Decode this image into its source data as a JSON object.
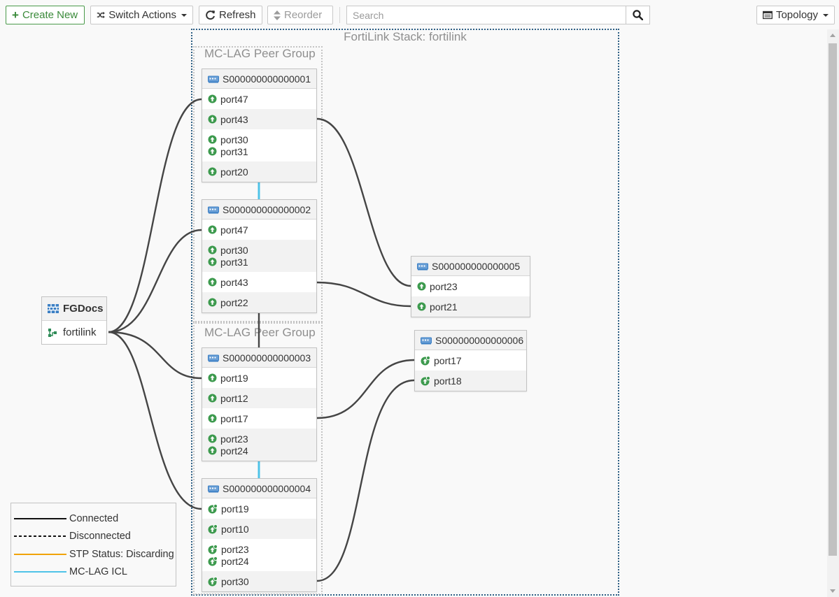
{
  "toolbar": {
    "create_new": "Create New",
    "switch_actions": "Switch Actions",
    "refresh": "Refresh",
    "reorder": "Reorder",
    "search_placeholder": "Search",
    "view": "Topology"
  },
  "topology": {
    "stack_title": "FortiLink Stack: fortilink",
    "mclag_groups": [
      "MC-LAG Peer Group",
      "MC-LAG Peer Group"
    ],
    "fortigate": {
      "name": "FGDocs",
      "interface": "fortilink"
    },
    "switches": [
      {
        "id": "S000000000000001",
        "rows": [
          [
            "port47"
          ],
          [
            "port43"
          ],
          [
            "port30",
            "port31"
          ],
          [
            "port20"
          ]
        ],
        "port_state": "up"
      },
      {
        "id": "S000000000000002",
        "rows": [
          [
            "port47"
          ],
          [
            "port30",
            "port31"
          ],
          [
            "port43"
          ],
          [
            "port22"
          ]
        ],
        "port_state": "up"
      },
      {
        "id": "S000000000000003",
        "rows": [
          [
            "port19"
          ],
          [
            "port12"
          ],
          [
            "port17"
          ],
          [
            "port23",
            "port24"
          ]
        ],
        "port_state": "up"
      },
      {
        "id": "S000000000000004",
        "rows": [
          [
            "port19"
          ],
          [
            "port10"
          ],
          [
            "port23",
            "port24"
          ],
          [
            "port30"
          ]
        ],
        "port_state": "auth"
      },
      {
        "id": "S000000000000005",
        "rows": [
          [
            "port23"
          ],
          [
            "port21"
          ]
        ],
        "port_state": "up"
      },
      {
        "id": "S000000000000006",
        "rows": [
          [
            "port17"
          ],
          [
            "port18"
          ]
        ],
        "port_state": "auth"
      }
    ]
  },
  "legend": {
    "items": [
      {
        "label": "Connected",
        "style": "solid",
        "color": "#111111"
      },
      {
        "label": "Disconnected",
        "style": "dashed",
        "color": "#111111"
      },
      {
        "label": "STP Status: Discarding",
        "style": "solid",
        "color": "#f0a30a"
      },
      {
        "label": "MC-LAG ICL",
        "style": "solid",
        "color": "#4fc3e8"
      }
    ]
  },
  "colors": {
    "link": "#454545",
    "icl": "#4fc3e8",
    "port_up": "#3d9a4e",
    "switch_icon": "#3b7fc4"
  }
}
